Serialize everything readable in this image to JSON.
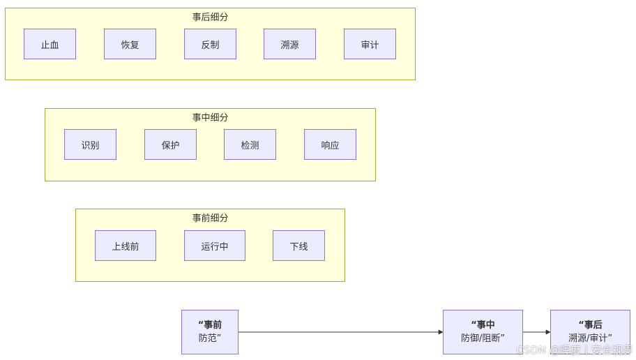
{
  "clusters": {
    "after": {
      "title": "事后细分",
      "nodes": [
        "止血",
        "恢复",
        "反制",
        "溯源",
        "审计"
      ]
    },
    "during": {
      "title": "事中细分",
      "nodes": [
        "识别",
        "保护",
        "检测",
        "响应"
      ]
    },
    "before": {
      "title": "事前细分",
      "nodes": [
        "上线前",
        "运行中",
        "下线"
      ]
    }
  },
  "flow": {
    "pre": {
      "line1": "“事前",
      "line2": "防范”"
    },
    "mid": {
      "line1": "“事中",
      "line2": "防御/阻断”"
    },
    "post": {
      "line1": "“事后",
      "line2": "溯源/审计”"
    }
  },
  "watermark": "CSDN @晖度丨安全视界"
}
